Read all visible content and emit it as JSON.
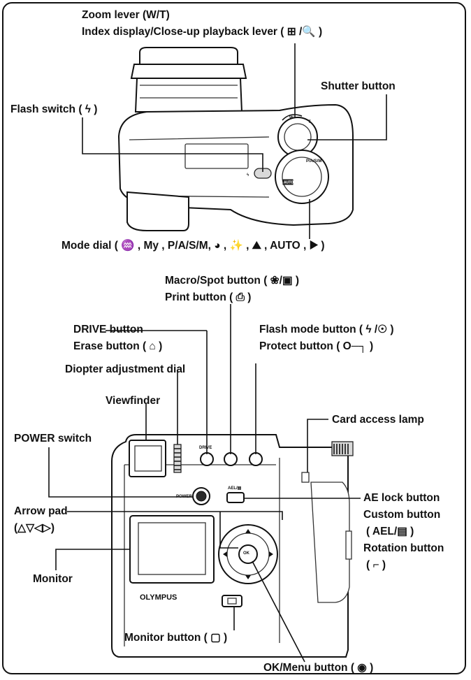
{
  "labels": {
    "zoom_lever": "Zoom lever (W/T)",
    "index_lever": "Index display/Close-up playback lever ( ⊞ /🔍 )",
    "shutter_button": "Shutter button",
    "flash_switch": "Flash switch ( ϟ )",
    "mode_dial": "Mode dial ( ♒ , My , P/A/S/M, ◕ , ✨ , ⛰ , AUTO , ▶ )",
    "macro_spot": "Macro/Spot button ( ❀/▣ )",
    "print_button": "Print button ( ⎙ )",
    "drive_button": "DRIVE button",
    "erase_button": "Erase button ( ⌂ )",
    "flash_mode": "Flash mode button ( ϟ /☉ )",
    "protect_button": "Protect button ( O─┐ )",
    "diopter_dial": "Diopter adjustment dial",
    "viewfinder": "Viewfinder",
    "card_lamp": "Card access lamp",
    "power_switch": "POWER switch",
    "ae_lock": "AE lock button",
    "custom_button": "Custom button",
    "custom_paren": "( AEL/▤ )",
    "rotation_button": "Rotation button",
    "rotation_paren": "( ⌐ )",
    "arrow_pad": "Arrow pad",
    "arrow_pad_paren": "(△▽◁▷)",
    "monitor": "Monitor",
    "monitor_button": "Monitor button ( ▢ )",
    "ok_menu": "OK/Menu button ( ◉ )"
  },
  "camera_text": {
    "brand": "OLYMPUS",
    "power": "POWER",
    "ael": "AEL/▤",
    "drive": "DRIVE",
    "ok": "OK",
    "auto": "AUTO"
  }
}
